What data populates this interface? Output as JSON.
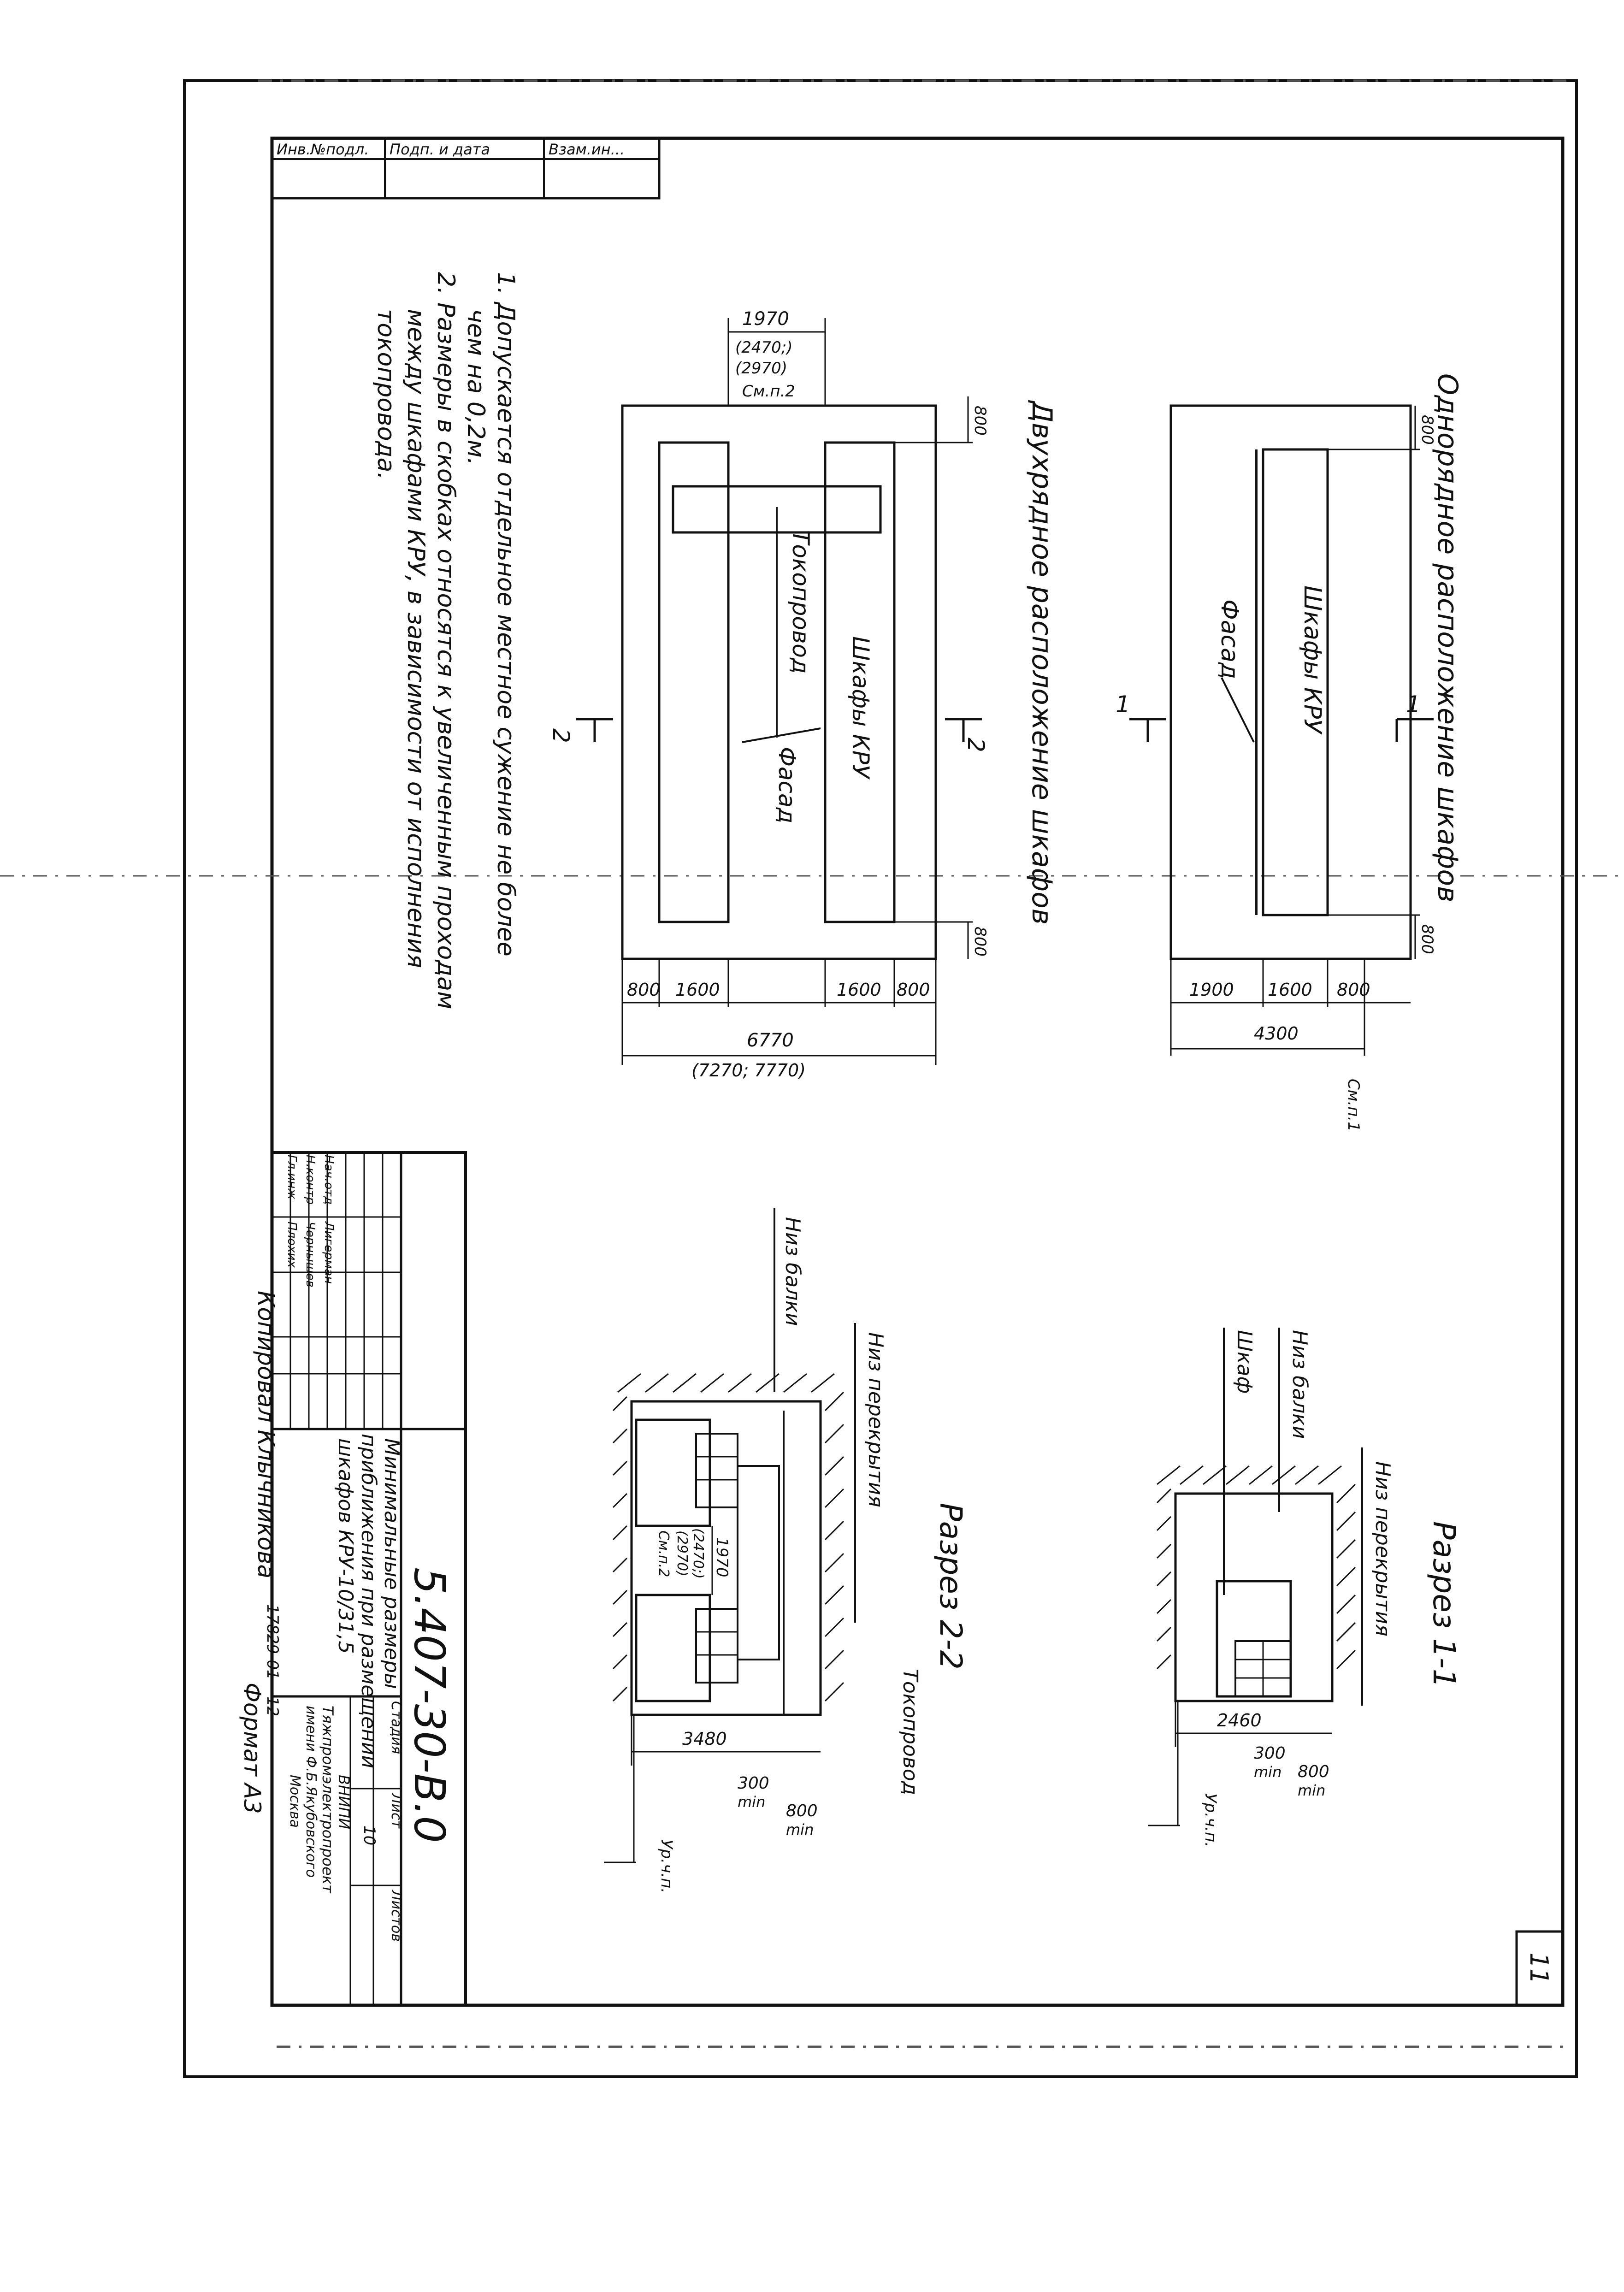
{
  "sheet": {
    "page_number": "11",
    "top_stamp": [
      "Инв.№подл.",
      "Подп. и дата",
      "Взам.ин..."
    ]
  },
  "single_row": {
    "title": "Однорядное расположение шкафов",
    "cabinets_label": "Шкафы КРУ",
    "facade_label": "Фасад",
    "section_mark": "1",
    "dim_top": "800",
    "dim_bottom": "800",
    "dims_horizontal": [
      "1900",
      "1600",
      "800"
    ],
    "dim_total": "4300",
    "note_ref": "См.п.1"
  },
  "double_row": {
    "title": "Двухрядное расположение шкафов",
    "cabinets_label": "Шкафы КРУ",
    "busway_label": "Токопровод",
    "facade_label": "Фасад",
    "section_mark": "2",
    "dim_passage": "1970",
    "dim_passage_alt": "(2470;)",
    "dim_passage_alt2": "(2970)",
    "dim_passage_ref": "См.п.2",
    "dim_top": "800",
    "dim_bottom": "800",
    "dims_horizontal": [
      "800",
      "1600",
      "1600",
      "800"
    ],
    "dim_total": "6770",
    "dim_total_alt": "(7270; 7770)"
  },
  "section_1": {
    "title": "Разрез 1-1",
    "slab_label": "Низ перекрытия",
    "beam_label": "Низ балки",
    "cabinet_label": "Шкаф",
    "dim_width": "2460",
    "dim_300": "300",
    "dim_300_sub": "min",
    "dim_800": "800",
    "dim_800_sub": "min",
    "floor_label": "Ур.ч.п."
  },
  "section_2": {
    "title": "Разрез 2-2",
    "slab_label": "Низ перекрытия",
    "beam_label": "Низ балки",
    "busway_label": "Токопровод",
    "dim_passage": "1970",
    "dim_passage_alt": "(2470;)",
    "dim_passage_alt2": "(2970)",
    "dim_passage_ref": "См.п.2",
    "dim_width": "3480",
    "dim_300": "300",
    "dim_300_sub": "min",
    "dim_800": "800",
    "dim_800_sub": "min",
    "floor_label": "Ур.ч.п."
  },
  "notes": [
    "1. Допускается отдельное местное сужение не более",
    "чем на 0,2м.",
    "2. Размеры в скобках относятся к увеличенным проходам",
    "между шкафами КРУ, в зависимости от исполнения",
    "токопровода."
  ],
  "title_block": {
    "doc_code": "5.407-30-В.0",
    "title_lines": [
      "Минимальные размеры",
      "приближения при размещении",
      "шкафов КРУ-10/31,5"
    ],
    "stage_header": "Стадия",
    "sheet_header": "Лист",
    "sheets_header": "Листов",
    "sheet_value": "10",
    "org_lines": [
      "ВНИПИ",
      "Тяжпромэлектропроект",
      "имени Ф.Б.Якубовского",
      "Москва"
    ],
    "people": [
      {
        "role": "Нач.отд",
        "name": "Лигерман"
      },
      {
        "role": "Н.контр",
        "name": "Чернышев"
      },
      {
        "role": "Гл.инж",
        "name": "Плохих"
      }
    ],
    "copied": "Копировал Клычникова",
    "order_no": "17829-01",
    "order_suffix": "12",
    "format": "Формат А3"
  }
}
